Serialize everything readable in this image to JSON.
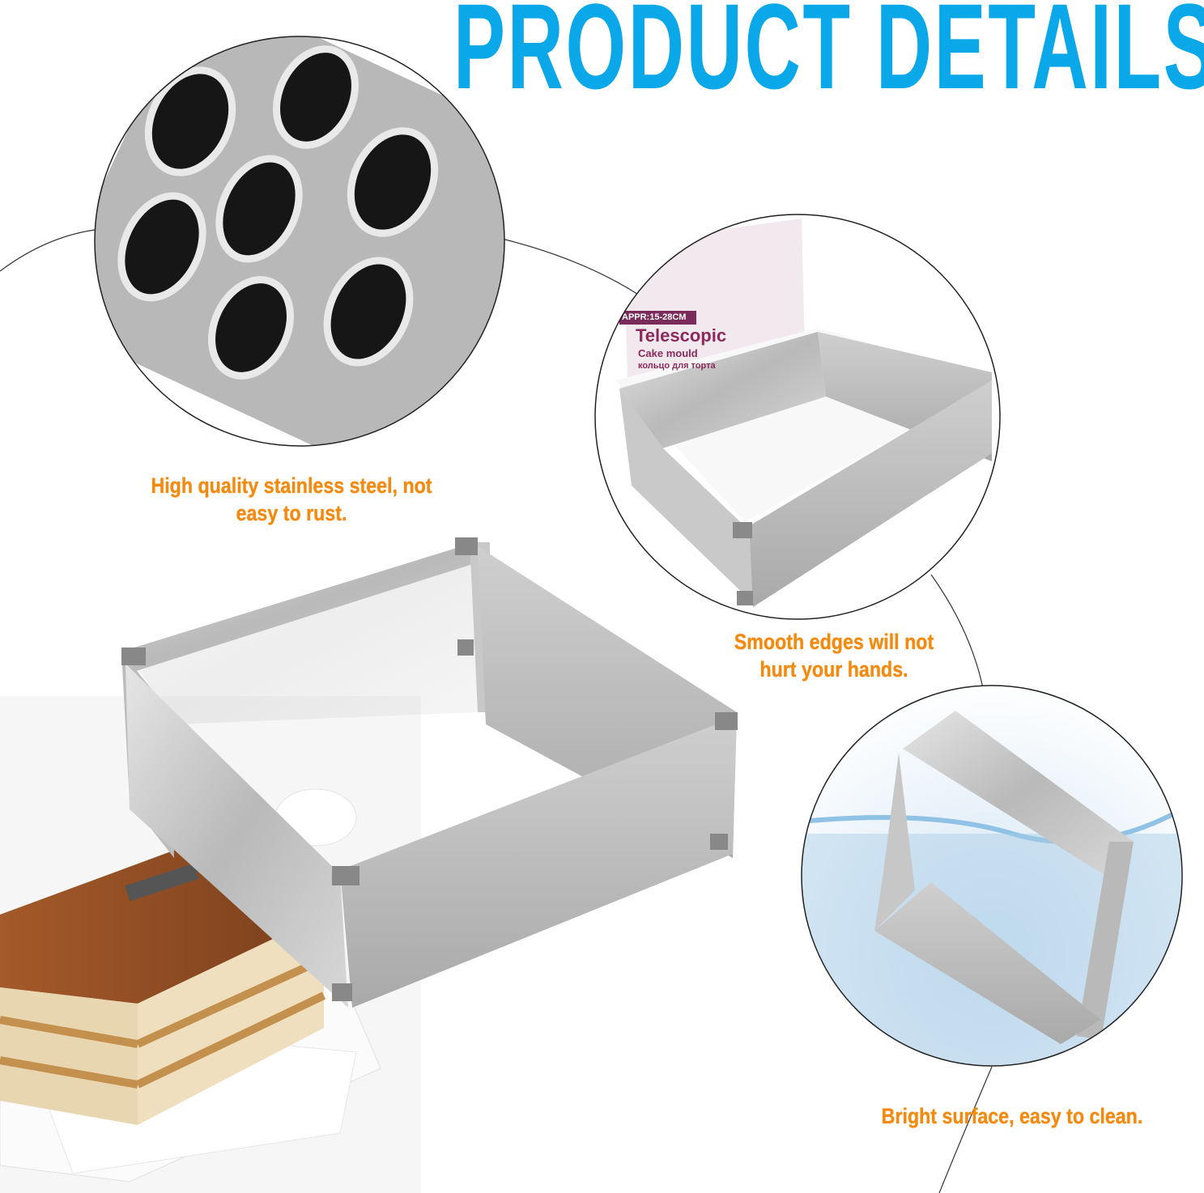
{
  "title": "PRODUCT DETAILS",
  "features": [
    {
      "caption_line1": "High quality stainless steel, not",
      "caption_line2": "easy to rust."
    },
    {
      "caption_line1": "Smooth edges will not",
      "caption_line2": "hurt your hands."
    },
    {
      "caption_line1": "Bright surface, easy to clean.",
      "caption_line2": ""
    }
  ],
  "package": {
    "size": "APPR:15-28CM",
    "name": "Telescopic",
    "subtitle": "Cake mould",
    "russian": "кольцо для торта"
  },
  "colors": {
    "title": "#0aa8e8",
    "caption": "#f28a10"
  }
}
